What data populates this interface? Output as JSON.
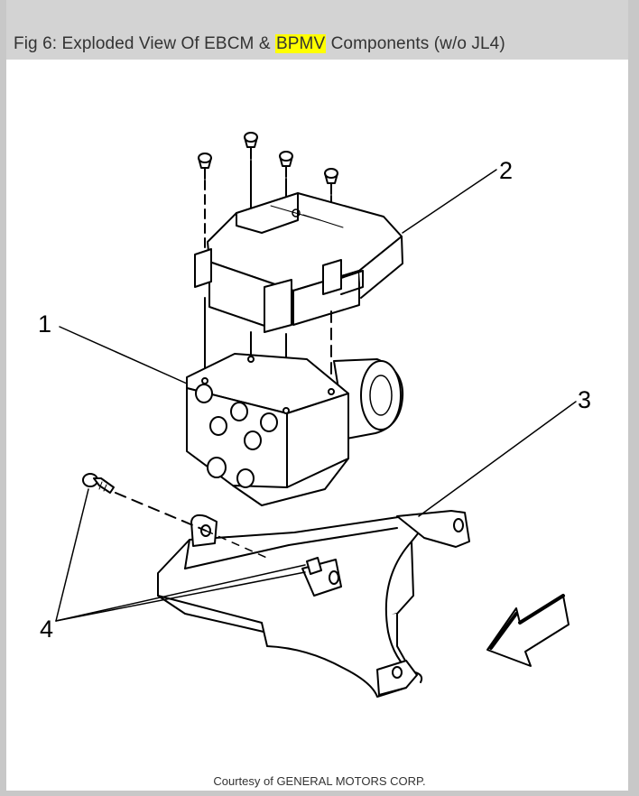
{
  "header": {
    "title_before": "Fig 6: Exploded View Of EBCM & ",
    "title_highlight": "BPMV",
    "title_after": " Components (w/o JL4)"
  },
  "callouts": {
    "c1": "1",
    "c2": "2",
    "c3": "3",
    "c4": "4"
  },
  "credit": "Courtesy of GENERAL MOTORS CORP.",
  "colors": {
    "highlight": "#ffff00",
    "header_bg": "#d3d3d3"
  }
}
